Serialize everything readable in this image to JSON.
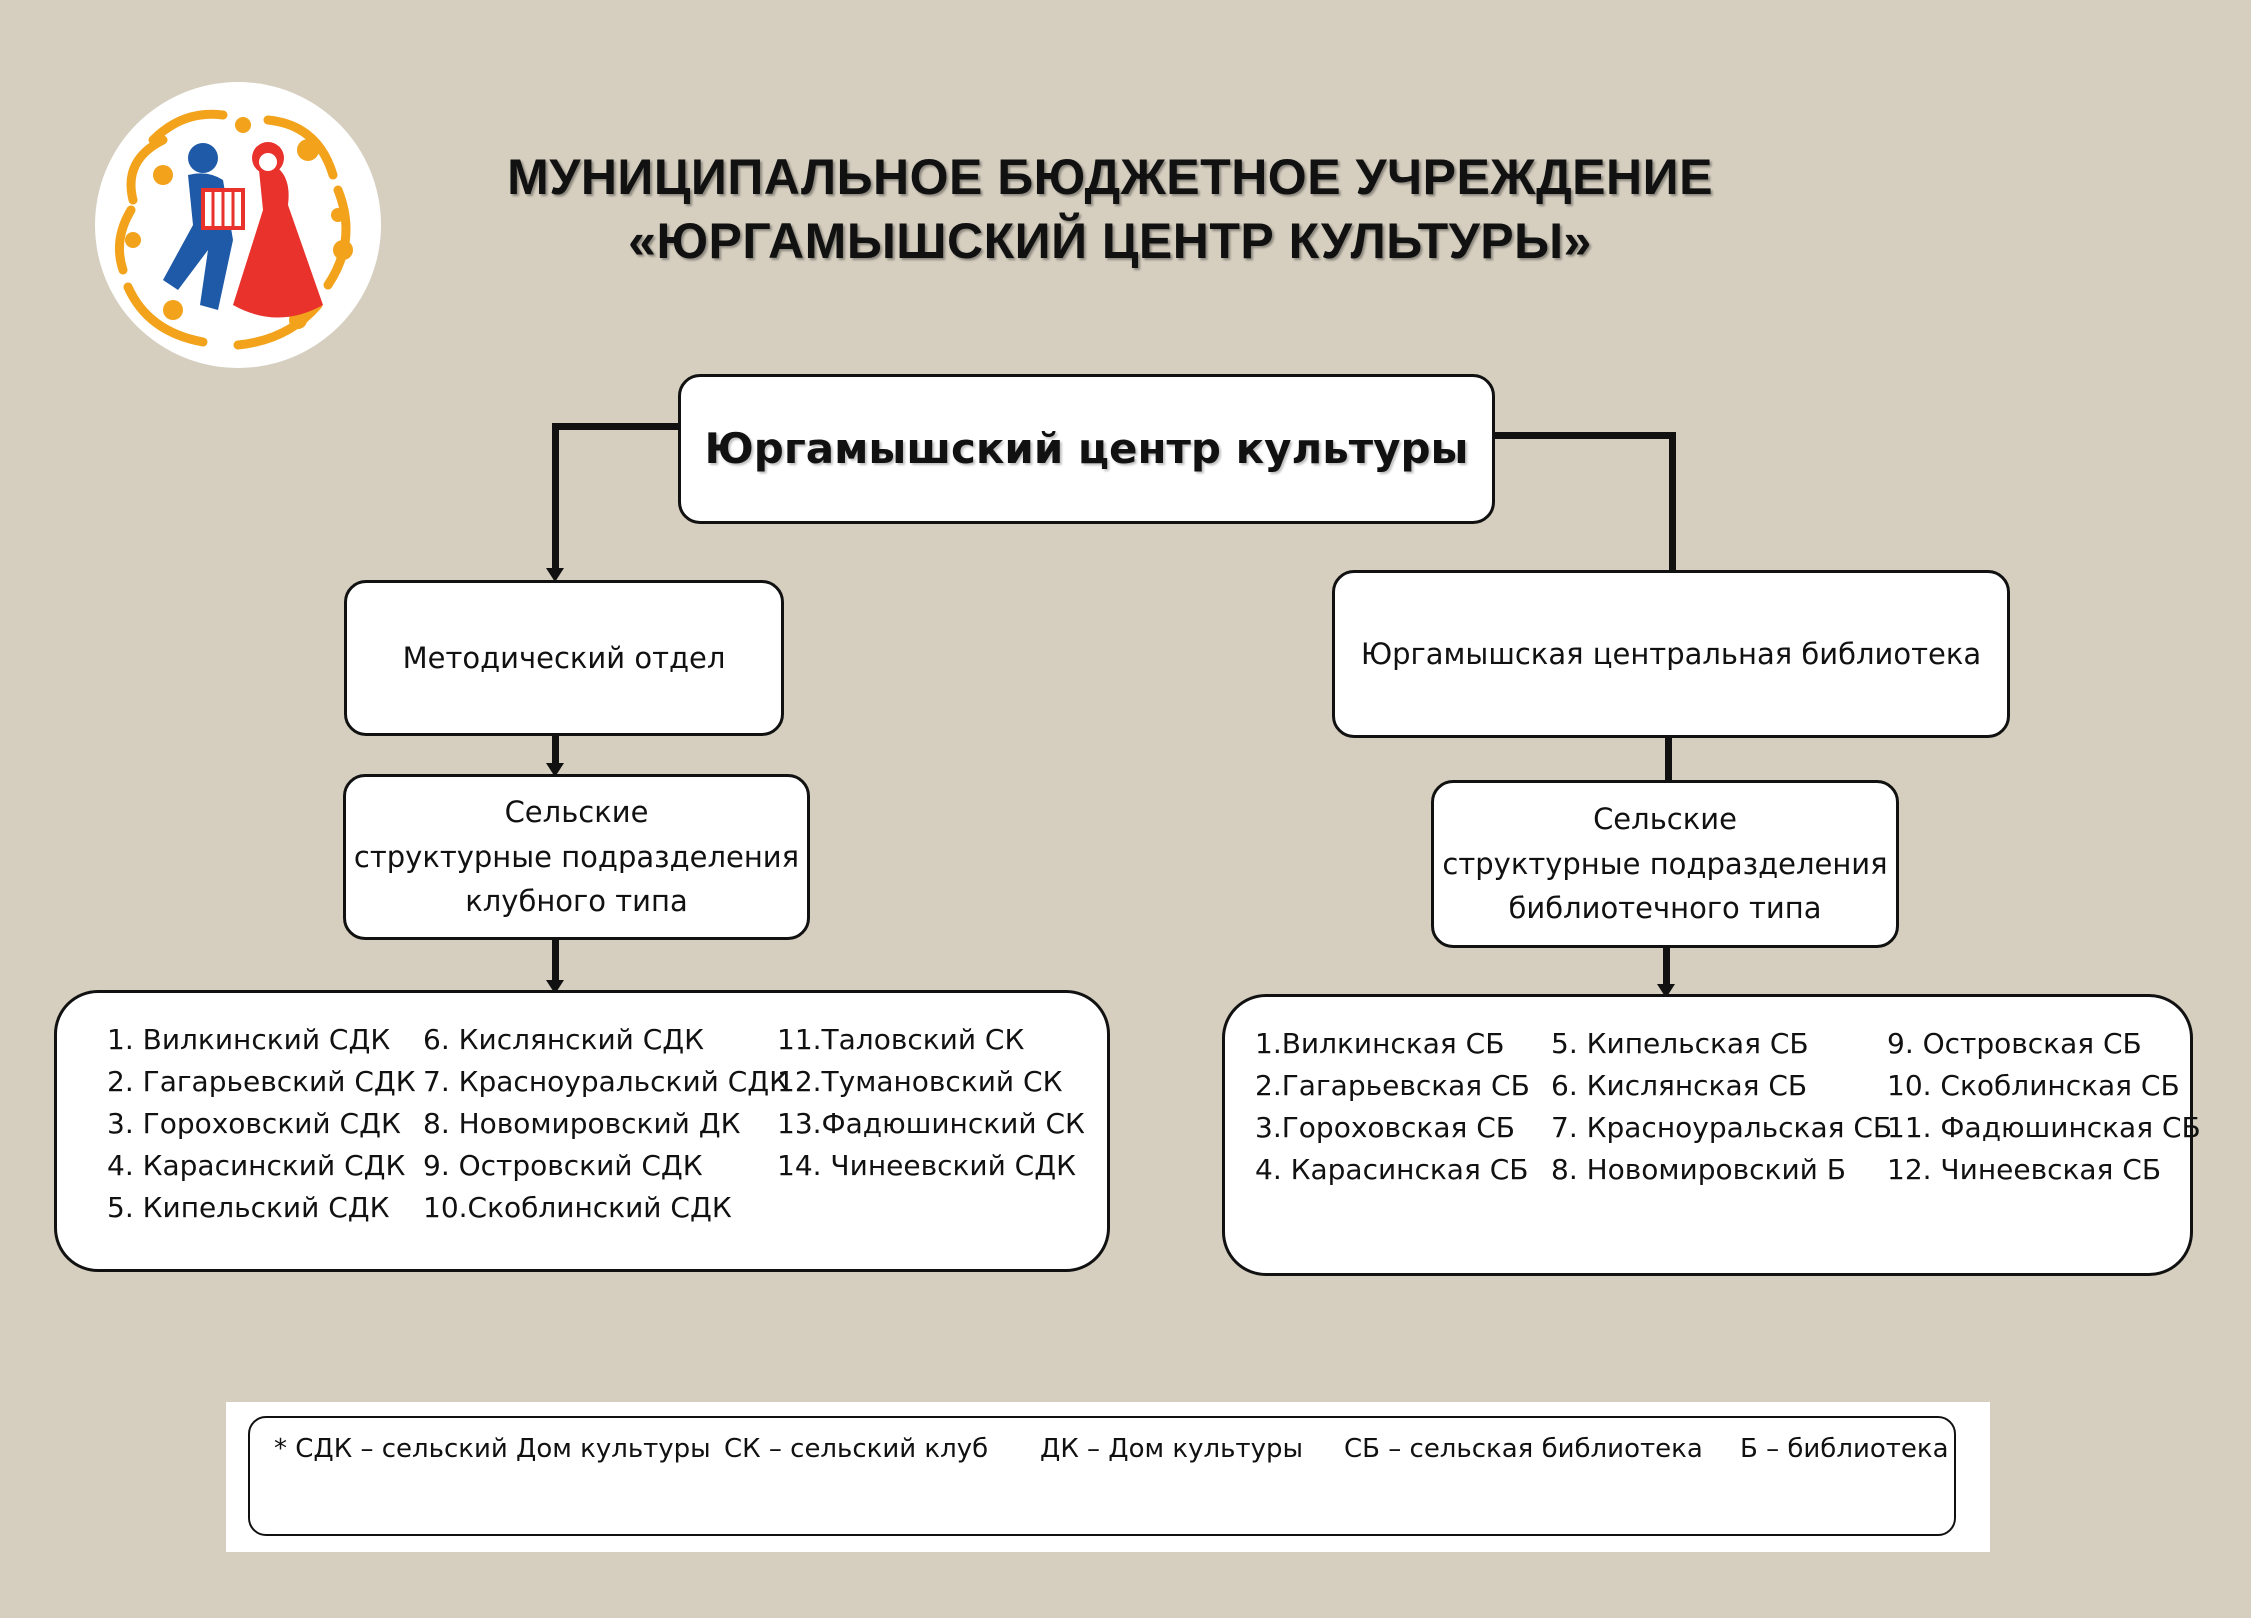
{
  "header": {
    "line1": "МУНИЦИПАЛЬНОЕ БЮДЖЕТНОЕ УЧРЕЖДЕНИЕ",
    "line2": "«ЮРГАМЫШСКИЙ ЦЕНТР КУЛЬТУРЫ»"
  },
  "logo": {
    "icon": "folk-dancers-logo",
    "colors": [
      "#e8322b",
      "#1e5aa8",
      "#f2a31b"
    ]
  },
  "org": {
    "root": "Юргамышский центр культуры",
    "left_dept": "Методический отдел",
    "left_sub": [
      "Сельские",
      "структурные подразделения",
      "клубного типа"
    ],
    "right_dept": "Юргамышская центральная библиотека",
    "right_sub": [
      "Сельские",
      "структурные подразделения",
      "библиотечного типа"
    ]
  },
  "clubs": {
    "col1": [
      "1. Вилкинский СДК",
      "2. Гагарьевский СДК",
      "3. Гороховский СДК",
      "4. Карасинский СДК",
      "5. Кипельский СДК"
    ],
    "col2": [
      "6. Кислянский СДК",
      "7. Красноуральский СДК",
      "8. Новомировский ДК",
      "9. Островский СДК",
      "10.Скоблинский СДК"
    ],
    "col3": [
      "11.Таловский СК",
      "12.Тумановский СК",
      "13.Фадюшинский СК",
      "14. Чинеевский СДК"
    ]
  },
  "libraries": {
    "col1": [
      "1.Вилкинская СБ",
      "2.Гагарьевская СБ",
      "3.Гороховская СБ",
      "4. Карасинская СБ"
    ],
    "col2": [
      "5. Кипельская СБ",
      "6. Кислянская СБ",
      "7. Красноуральская СБ",
      "8. Новомировский Б"
    ],
    "col3": [
      "9. Островская СБ",
      "10. Скоблинская СБ",
      "11. Фадюшинская СБ",
      "12. Чинеевская СБ"
    ]
  },
  "legend": [
    "* СДК – сельский Дом культуры",
    "СК – сельский клуб",
    "ДК – Дом культуры",
    "СБ – сельская библиотека",
    "Б – библиотека"
  ]
}
